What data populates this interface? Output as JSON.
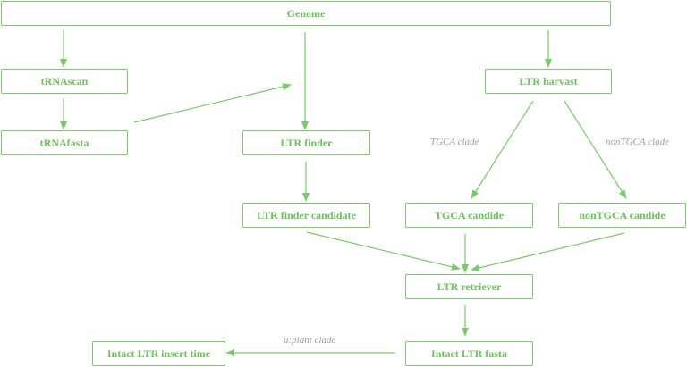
{
  "colors": {
    "node_border": "#7ac96a",
    "node_text": "#6cc15a",
    "edge": "#7ac96a",
    "edge_label": "#9b9b9b"
  },
  "nodes": {
    "genome": "Genome",
    "trnascan": "tRNAscan",
    "trnafasta": "tRNAfasta",
    "ltr_finder": "LTR finder",
    "ltr_harvest": "LTR harvast",
    "ltr_finder_candidate": "LTR finder candidate",
    "tgca_candidate": "TGCA candide",
    "nontgca_candidate": "nonTGCA candide",
    "ltr_retriever": "LTR retriever",
    "intact_ltr_fasta": "Intact LTR fasta",
    "intact_ltr_insert_time": "Intact LTR insert time"
  },
  "edge_labels": {
    "tgca_clade": "TGCA clade",
    "nontgca_clade": "nonTGCA clade",
    "plant_clade": "u:plant clade"
  }
}
